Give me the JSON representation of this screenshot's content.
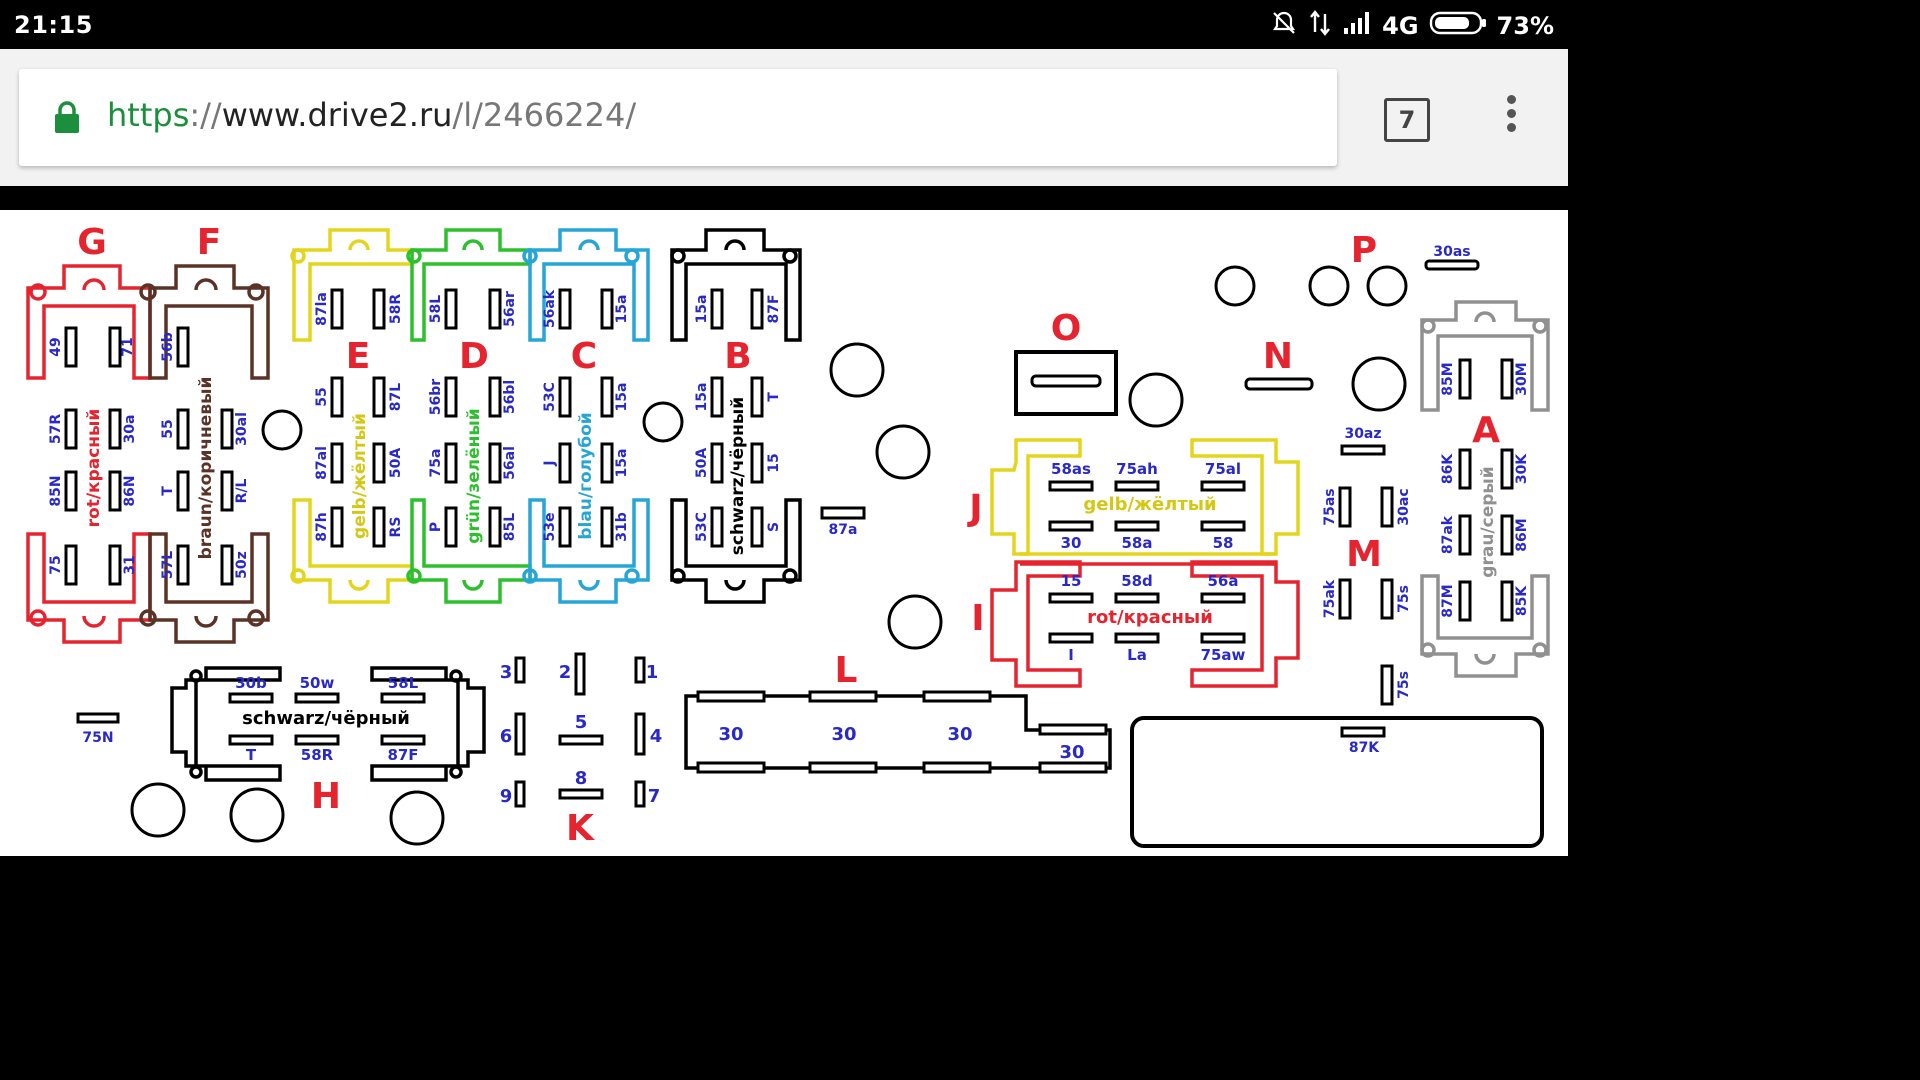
{
  "status_bar": {
    "time": "21:15",
    "network": "4G",
    "battery": "73%",
    "icons": [
      "mute-icon",
      "data-transfer-icon",
      "signal-icon",
      "battery-icon"
    ]
  },
  "browser": {
    "url_scheme": "https",
    "url_sep": "://",
    "url_host": "www.drive2.ru",
    "url_path": "/l/2466224/",
    "tab_count": "7",
    "icons": [
      "lock-icon",
      "tab-switcher-icon",
      "overflow-menu-icon"
    ]
  },
  "diagram": {
    "blocks": {
      "G": "G",
      "F": "F",
      "E": "E",
      "D": "D",
      "C": "C",
      "B": "B",
      "O": "O",
      "N": "N",
      "P": "P",
      "A": "A",
      "J": "J",
      "I": "I",
      "M": "M",
      "L": "L",
      "H": "H",
      "K": "K"
    },
    "colors_text": {
      "g": "rot/красный",
      "f": "braun/коричневый",
      "e": "gelb/жёлтый",
      "d": "grün/зелёный",
      "c": "blau/голубой",
      "b": "schwarz/чёрный",
      "a": "grau/серый",
      "j": "gelb/жёлтый",
      "i": "rot/красный",
      "h": "schwarz/чёрный"
    },
    "pins": {
      "g": [
        "49",
        "71",
        "57R",
        "30a",
        "85N",
        "86N",
        "75",
        "31"
      ],
      "f": [
        "56b",
        "55",
        "30al",
        "T",
        "R/L",
        "57L",
        "50z"
      ],
      "e": [
        "87la",
        "58R",
        "55",
        "87L",
        "87al",
        "50A",
        "87h",
        "RS"
      ],
      "d": [
        "58L",
        "56ar",
        "56br",
        "56bl",
        "75a",
        "56al",
        "P",
        "85L"
      ],
      "c": [
        "56ak",
        "15a",
        "53C",
        "15a",
        "J",
        "15a",
        "53e",
        "31b"
      ],
      "b": [
        "15a",
        "87F",
        "15a",
        "T",
        "50A",
        "15",
        "53C",
        "S"
      ],
      "misc": [
        "87a",
        "30as",
        "30az",
        "75as",
        "30ac",
        "75ak",
        "75s",
        "75s",
        "87K",
        "75N"
      ],
      "a": [
        "85M",
        "30M",
        "86K",
        "30K",
        "87ak",
        "86M",
        "87M",
        "85K"
      ],
      "j": [
        "58as",
        "75ah",
        "75al",
        "30",
        "58a",
        "58"
      ],
      "i": [
        "15",
        "58d",
        "56a",
        "I",
        "La",
        "75aw"
      ],
      "h": [
        "30b",
        "50w",
        "58L",
        "T",
        "58R",
        "87F"
      ],
      "k": [
        "3",
        "2",
        "1",
        "6",
        "5",
        "4",
        "9",
        "8",
        "7"
      ],
      "l": [
        "30",
        "30",
        "30",
        "30"
      ]
    }
  }
}
